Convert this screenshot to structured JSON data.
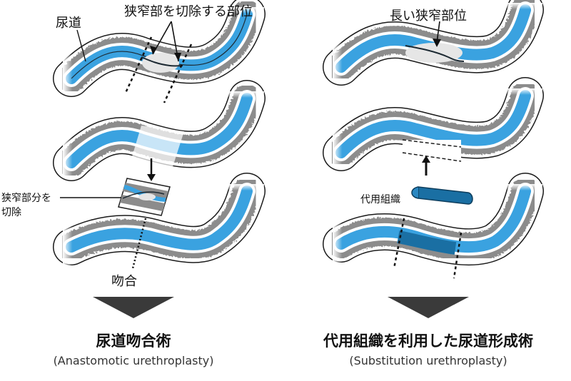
{
  "left": {
    "labels": {
      "urethra": "尿道",
      "stricture_excision_site": "狭窄部を切除する部位",
      "excise_line1": "狭窄部分を",
      "excise_line2": "切除",
      "anastomosis": "吻合"
    },
    "title": "尿道吻合術",
    "subtitle": "(Anastomotic urethroplasty)"
  },
  "right": {
    "labels": {
      "long_stricture": "長い狭窄部位",
      "graft": "代用組織"
    },
    "title": "代用組織を利用した尿道形成術",
    "subtitle": "(Substitution urethroplasty)"
  },
  "colors": {
    "urethra_blue": "#3aa2e0",
    "tissue_gray": "#8c8c8c",
    "graft_blue": "#1a6fa3",
    "arrow_dark": "#3a3a3a"
  }
}
